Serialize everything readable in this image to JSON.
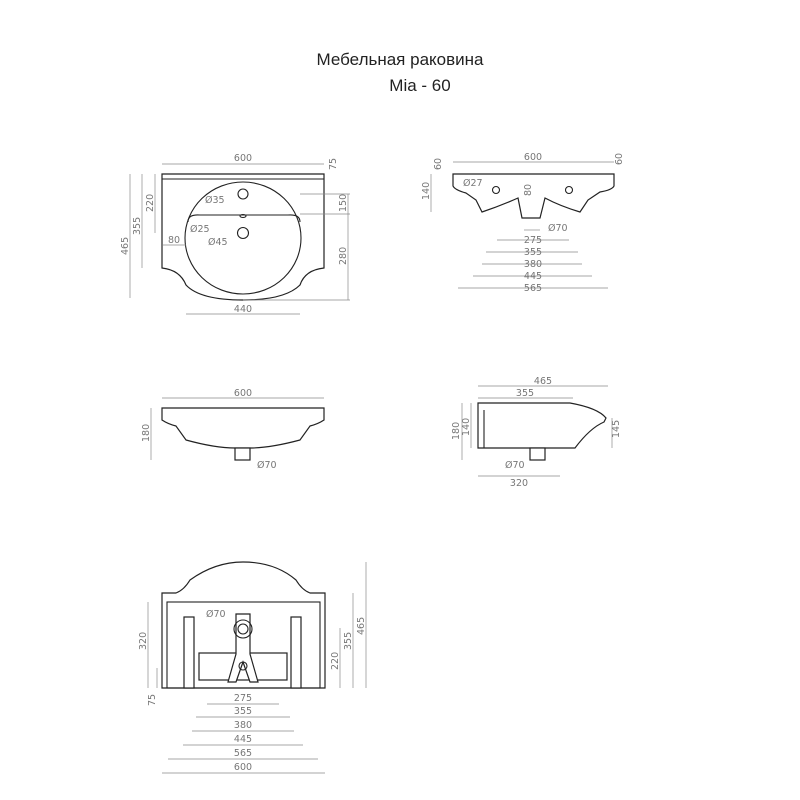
{
  "title": {
    "line1": "Мебельная раковина",
    "line2": "Mia - 60"
  },
  "top_view": {
    "w600": "600",
    "d75": "75",
    "d150": "150",
    "d280": "280",
    "d465": "465",
    "d355": "355",
    "d220": "220",
    "d80": "80",
    "hole35": "Ø35",
    "hole25": "Ø25",
    "hole45": "Ø45",
    "w440": "440"
  },
  "rear_view": {
    "w600": "600",
    "d60l": "60",
    "d60r": "60",
    "d140": "140",
    "hole27": "Ø27",
    "d80": "80",
    "drain70": "Ø70",
    "w275": "275",
    "w355": "355",
    "w380": "380",
    "w445": "445",
    "w565": "565"
  },
  "front_view": {
    "w600": "600",
    "h180": "180",
    "drain70": "Ø70"
  },
  "side_view": {
    "w465": "465",
    "w355": "355",
    "h180": "180",
    "h140": "140",
    "h145": "145",
    "drain70": "Ø70",
    "w320": "320"
  },
  "bottom_view": {
    "d320": "320",
    "d75": "75",
    "d220": "220",
    "d355": "355",
    "d465": "465",
    "drain70": "Ø70",
    "w275": "275",
    "w355": "355",
    "w380": "380",
    "w445": "445",
    "w565": "565",
    "w600": "600"
  }
}
